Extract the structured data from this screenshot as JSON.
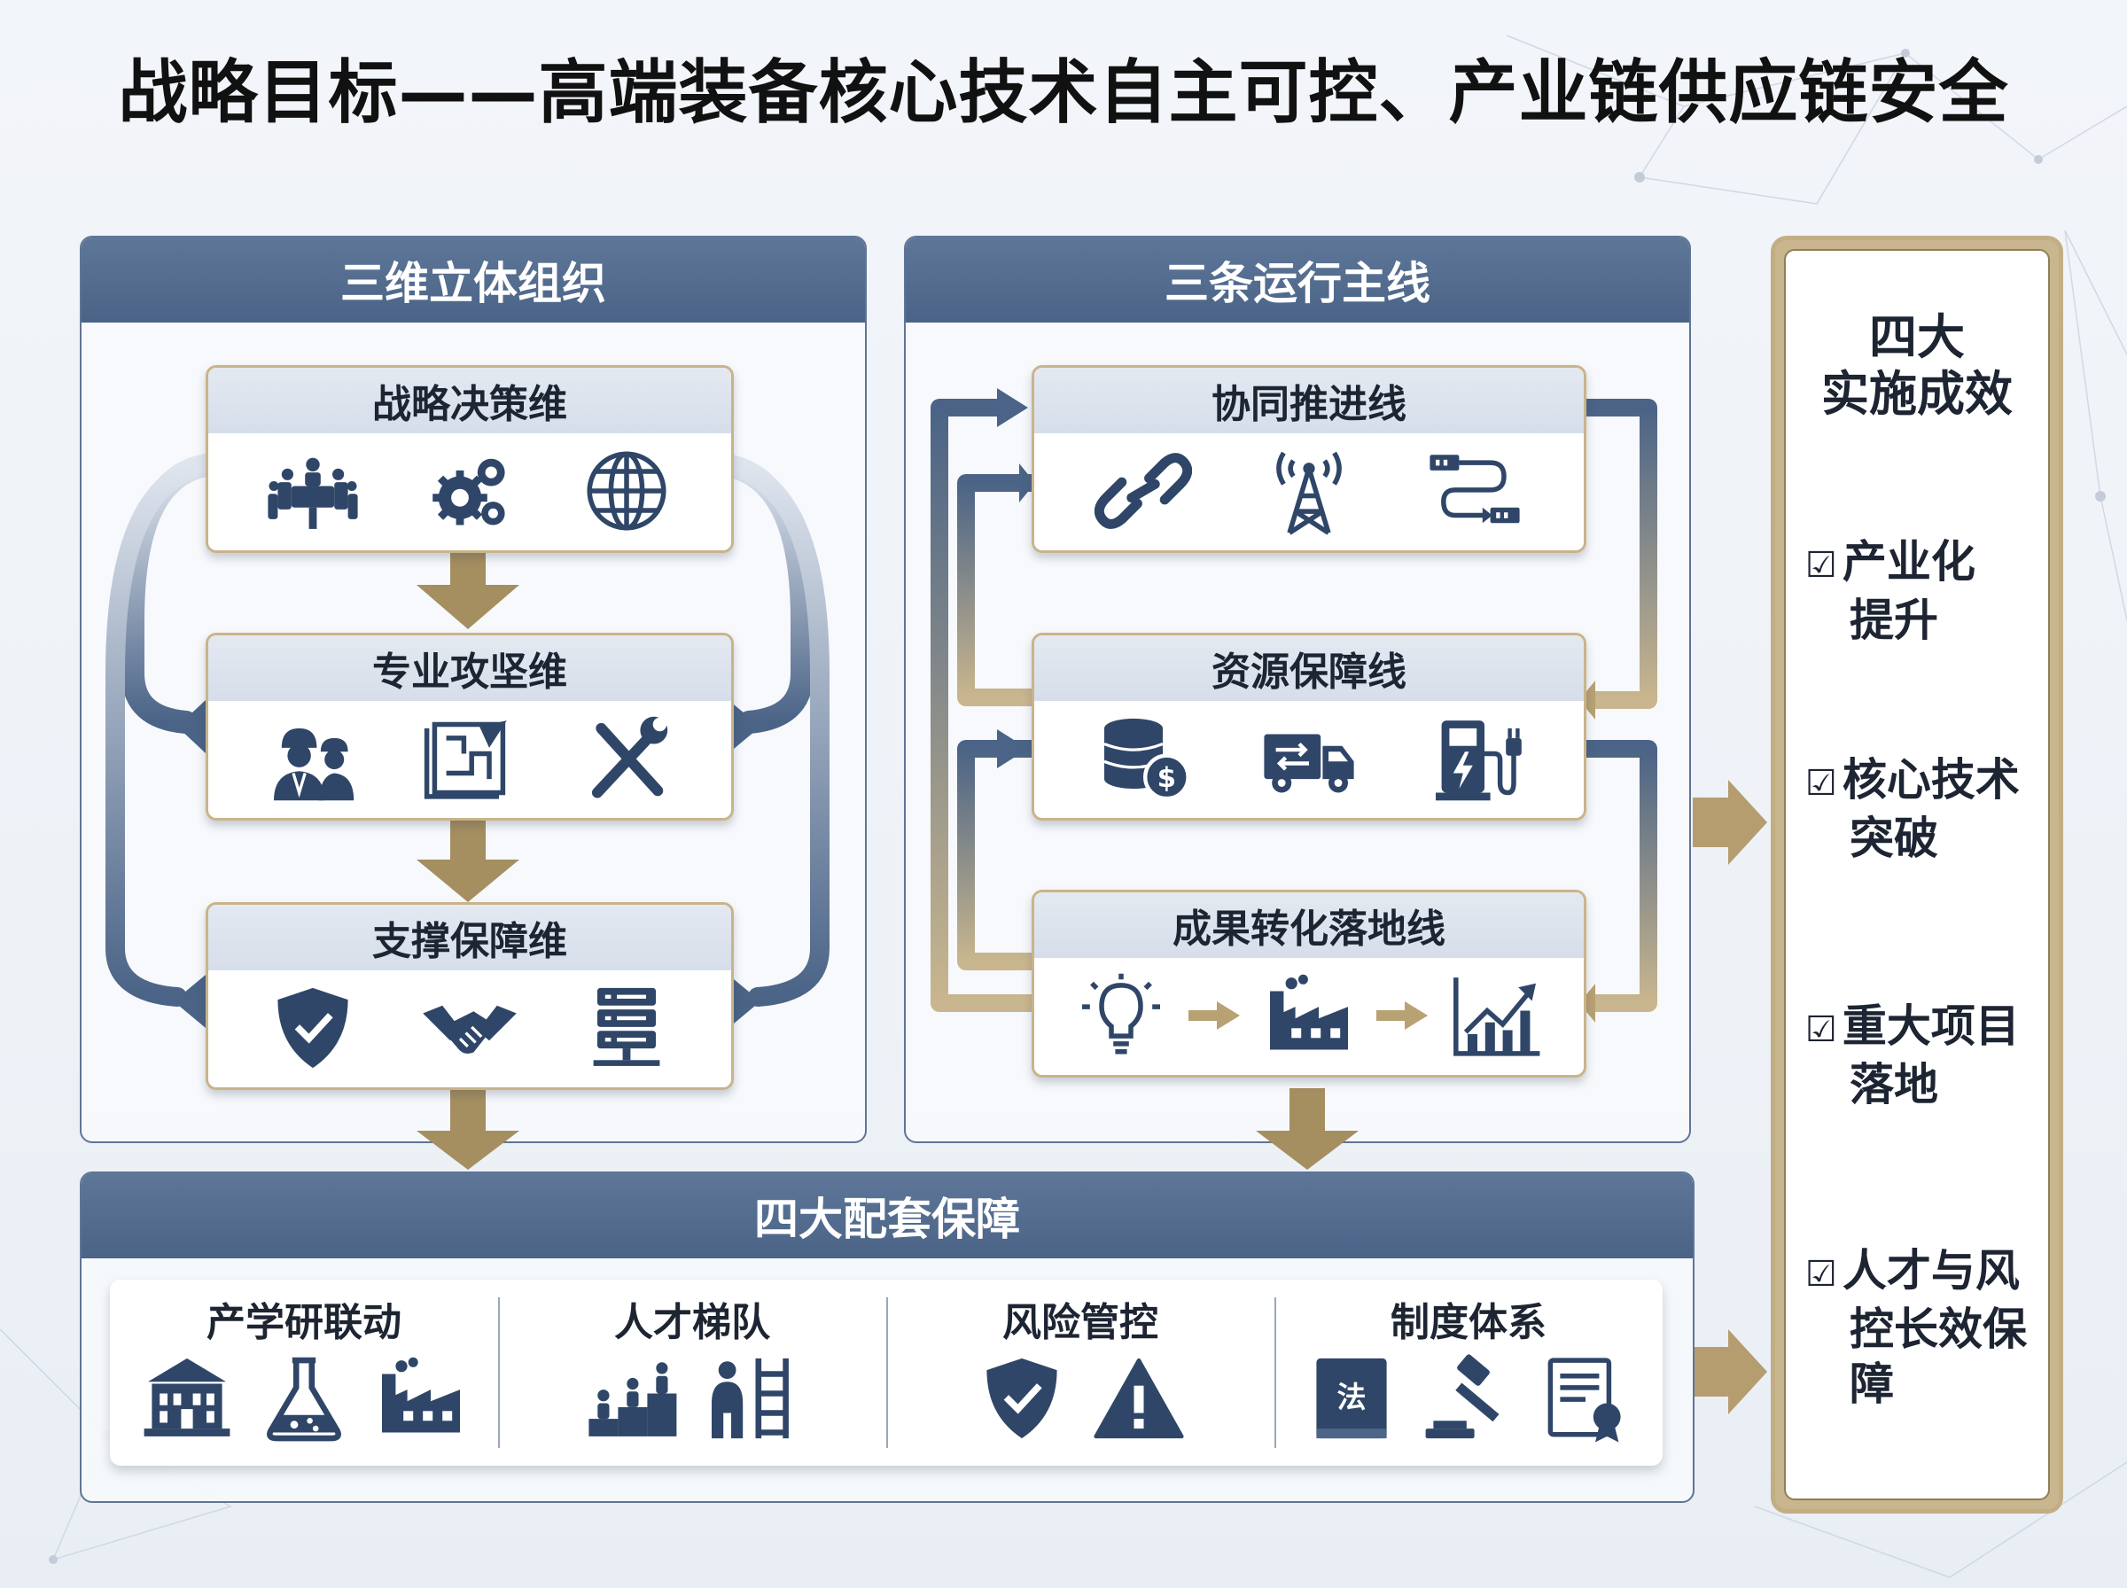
{
  "title": "战略目标——高端装备核心技术自主可控、产业链供应链安全",
  "left_panel": {
    "header": "三维立体组织",
    "cards": [
      {
        "label": "战略决策维",
        "icons": [
          "meeting-icon",
          "gears-icon",
          "globe-icon"
        ]
      },
      {
        "label": "专业攻坚维",
        "icons": [
          "engineers-icon",
          "blueprint-icon",
          "tools-icon"
        ]
      },
      {
        "label": "支撑保障维",
        "icons": [
          "shield-check-icon",
          "handshake-icon",
          "server-icon"
        ]
      }
    ]
  },
  "middle_panel": {
    "header": "三条运行主线",
    "cards": [
      {
        "label": "协同推进线",
        "icons": [
          "link-icon",
          "signal-tower-icon",
          "workflow-icon"
        ]
      },
      {
        "label": "资源保障线",
        "icons": [
          "money-stack-icon",
          "truck-icon",
          "charging-station-icon"
        ]
      },
      {
        "label": "成果转化落地线",
        "icons": [
          "lightbulb-icon",
          "factory-icon",
          "growth-chart-icon"
        ]
      }
    ]
  },
  "bottom_panel": {
    "header": "四大配套保障",
    "columns": [
      {
        "label": "产学研联动",
        "icons": [
          "university-icon",
          "flask-icon",
          "factory-icon"
        ]
      },
      {
        "label": "人才梯队",
        "icons": [
          "team-steps-icon",
          "ladder-person-icon"
        ]
      },
      {
        "label": "风险管控",
        "icons": [
          "shield-check-icon",
          "warning-icon"
        ]
      },
      {
        "label": "制度体系",
        "icons": [
          "law-book-icon",
          "gavel-icon",
          "certificate-icon"
        ]
      }
    ],
    "law_glyph": "法"
  },
  "right_panel": {
    "title_line1": "四大",
    "title_line2": "实施成效",
    "check": "☑",
    "items": [
      {
        "line1": "产业化",
        "line2": "提升",
        "line3": ""
      },
      {
        "line1": "核心技术",
        "line2": "突破",
        "line3": ""
      },
      {
        "line1": "重大项目",
        "line2": "落地",
        "line3": ""
      },
      {
        "line1": "人才与风",
        "line2": "控长效保",
        "line3": "障"
      }
    ]
  },
  "colors": {
    "navy": "#4a6386",
    "gold": "#b8a173",
    "icon": "#2f4668"
  }
}
